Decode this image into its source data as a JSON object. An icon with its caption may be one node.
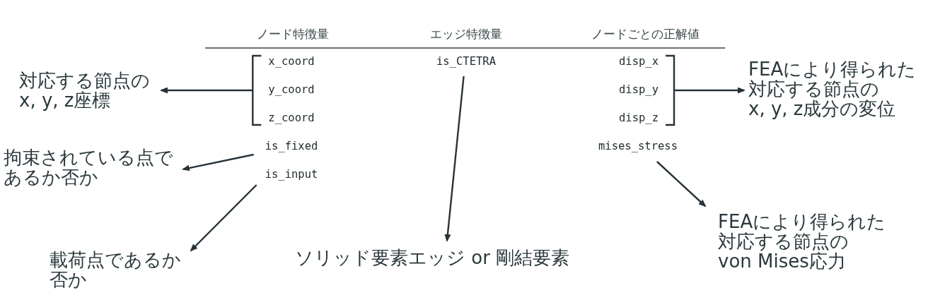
{
  "diagram": {
    "nodes": [
      {
        "text": [
          "x_coord"
        ]
      },
      {
        "text": [
          "y_coord"
        ]
      },
      {
        "text": [
          "z_coord"
        ]
      },
      {
        "text": [
          "is_fixed"
        ]
      },
      {
        "text": [
          "is_input"
        ]
      },
      {
        "text": [
          "is_CTETRA"
        ]
      },
      {
        "text": [
          "disp_x"
        ]
      },
      {
        "text": [
          "disp_y"
        ]
      },
      {
        "text": [
          "disp_z"
        ]
      },
      {
        "text": [
          "mises_stress"
        ]
      },
      {
        "text": [
          "対応する節点のx, y, z座標"
        ]
      },
      {
        "text": [
          "拘束されている点であるか否か"
        ]
      },
      {
        "text": [
          "載荷点であるか否か"
        ]
      },
      {
        "text": [
          "ソリッド要素エッジ or 剛結要素"
        ]
      },
      {
        "text": [
          "FEAにより得られた対応する節点のx, y, z成分の変位"
        ]
      },
      {
        "text": [
          "FEAにより得られた対応する節点のvon Mises応力"
        ]
      }
    ],
    "edges": [
      {
        "from": 0,
        "to": 10,
        "arrow": "to"
      },
      {
        "from": 1,
        "to": 10,
        "arrow": "to"
      },
      {
        "from": 2,
        "to": 10,
        "arrow": "to"
      },
      {
        "from": 3,
        "to": 11,
        "arrow": "to"
      },
      {
        "from": 4,
        "to": 12,
        "arrow": "to"
      },
      {
        "from": 5,
        "to": 13,
        "arrow": "to"
      },
      {
        "from": 6,
        "to": 14,
        "arrow": "to"
      },
      {
        "from": 7,
        "to": 14,
        "arrow": "to"
      },
      {
        "from": 8,
        "to": 14,
        "arrow": "to"
      },
      {
        "from": 9,
        "to": 15,
        "arrow": "to"
      }
    ],
    "labels": [
      "ノード特徴量",
      "エッジ特徴量",
      "ノードごとの正解値"
    ]
  }
}
